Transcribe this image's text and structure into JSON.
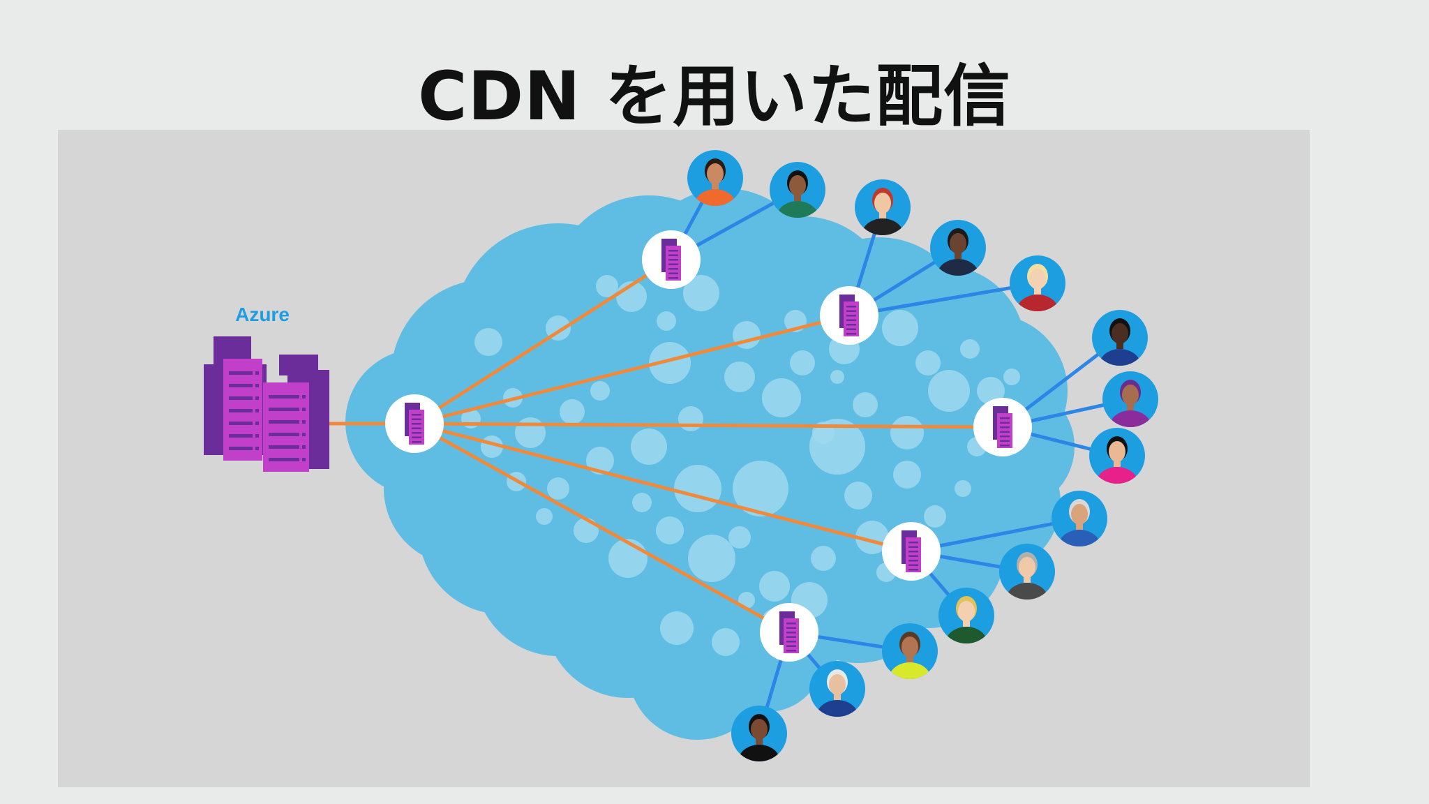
{
  "title": "CDN を用いた配信",
  "origin": {
    "label": "Azure"
  },
  "colors": {
    "background": "#e8ebea",
    "panel": "#d6d6d7",
    "cloud": "#5fbde3",
    "bubble": "#9fd8ef",
    "origin_link": "#ef8a3c",
    "user_link": "#2b86e6",
    "server_purple": "#6b2d9a",
    "server_magenta": "#c23fc9",
    "avatar_blue": "#1d9ee0"
  },
  "nodes": [
    {
      "name": "hub-node"
    },
    {
      "name": "edge-node-top"
    },
    {
      "name": "edge-node-upper-right"
    },
    {
      "name": "edge-node-right"
    },
    {
      "name": "edge-node-lower-right"
    },
    {
      "name": "edge-node-bottom"
    }
  ],
  "users": [
    {
      "name": "user-avatar-1",
      "edge": 1
    },
    {
      "name": "user-avatar-2",
      "edge": 1
    },
    {
      "name": "user-avatar-3",
      "edge": 2
    },
    {
      "name": "user-avatar-4",
      "edge": 2
    },
    {
      "name": "user-avatar-5",
      "edge": 2
    },
    {
      "name": "user-avatar-6",
      "edge": 3
    },
    {
      "name": "user-avatar-7",
      "edge": 3
    },
    {
      "name": "user-avatar-8",
      "edge": 3
    },
    {
      "name": "user-avatar-9",
      "edge": 4
    },
    {
      "name": "user-avatar-10",
      "edge": 4
    },
    {
      "name": "user-avatar-11",
      "edge": 4
    },
    {
      "name": "user-avatar-12",
      "edge": 5
    },
    {
      "name": "user-avatar-13",
      "edge": 5
    },
    {
      "name": "user-avatar-14",
      "edge": 5
    }
  ]
}
